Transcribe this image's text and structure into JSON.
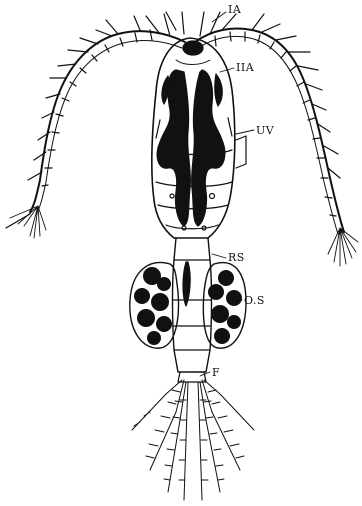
{
  "figure": {
    "labels": {
      "first_antenna": "IA",
      "second_antenna": "IIA",
      "uv": "UV",
      "rs": "RS",
      "os": "O.S",
      "f": "F"
    },
    "colors": {
      "ink": "#111111",
      "paper": "#ffffff"
    }
  }
}
